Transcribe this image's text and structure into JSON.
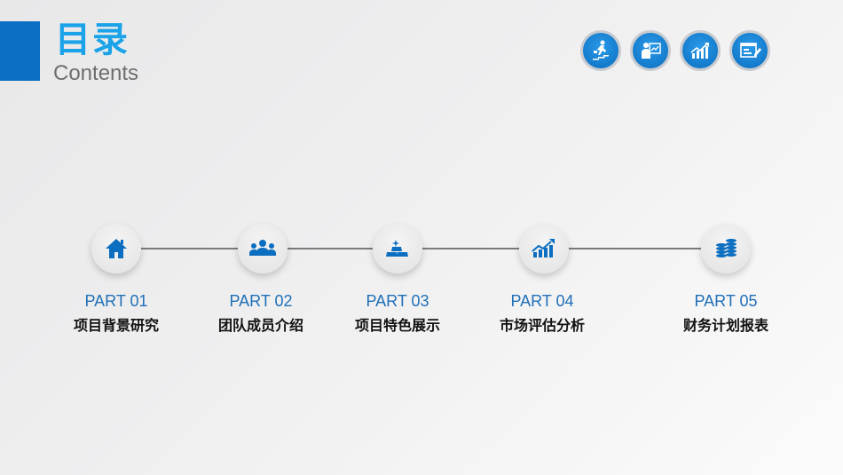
{
  "header": {
    "title": "目录",
    "subtitle": "Contents"
  },
  "top_icons": [
    {
      "name": "runner-stairs-icon"
    },
    {
      "name": "presenter-chart-icon"
    },
    {
      "name": "growth-chart-icon"
    },
    {
      "name": "form-edit-icon"
    }
  ],
  "colors": {
    "accent": "#0a6fc2",
    "title": "#1aa3e8",
    "part": "#1f6fb8",
    "icon": "#0b6ec0"
  },
  "sections": [
    {
      "part": "PART 01",
      "label": "项目背景研究",
      "icon": "home-icon"
    },
    {
      "part": "PART 02",
      "label": "团队成员介绍",
      "icon": "team-icon"
    },
    {
      "part": "PART 03",
      "label": "项目特色展示",
      "icon": "gold-bars-icon"
    },
    {
      "part": "PART 04",
      "label": "市场评估分析",
      "icon": "growth-chart-icon"
    },
    {
      "part": "PART 05",
      "label": "财务计划报表",
      "icon": "coin-stacks-icon"
    }
  ]
}
